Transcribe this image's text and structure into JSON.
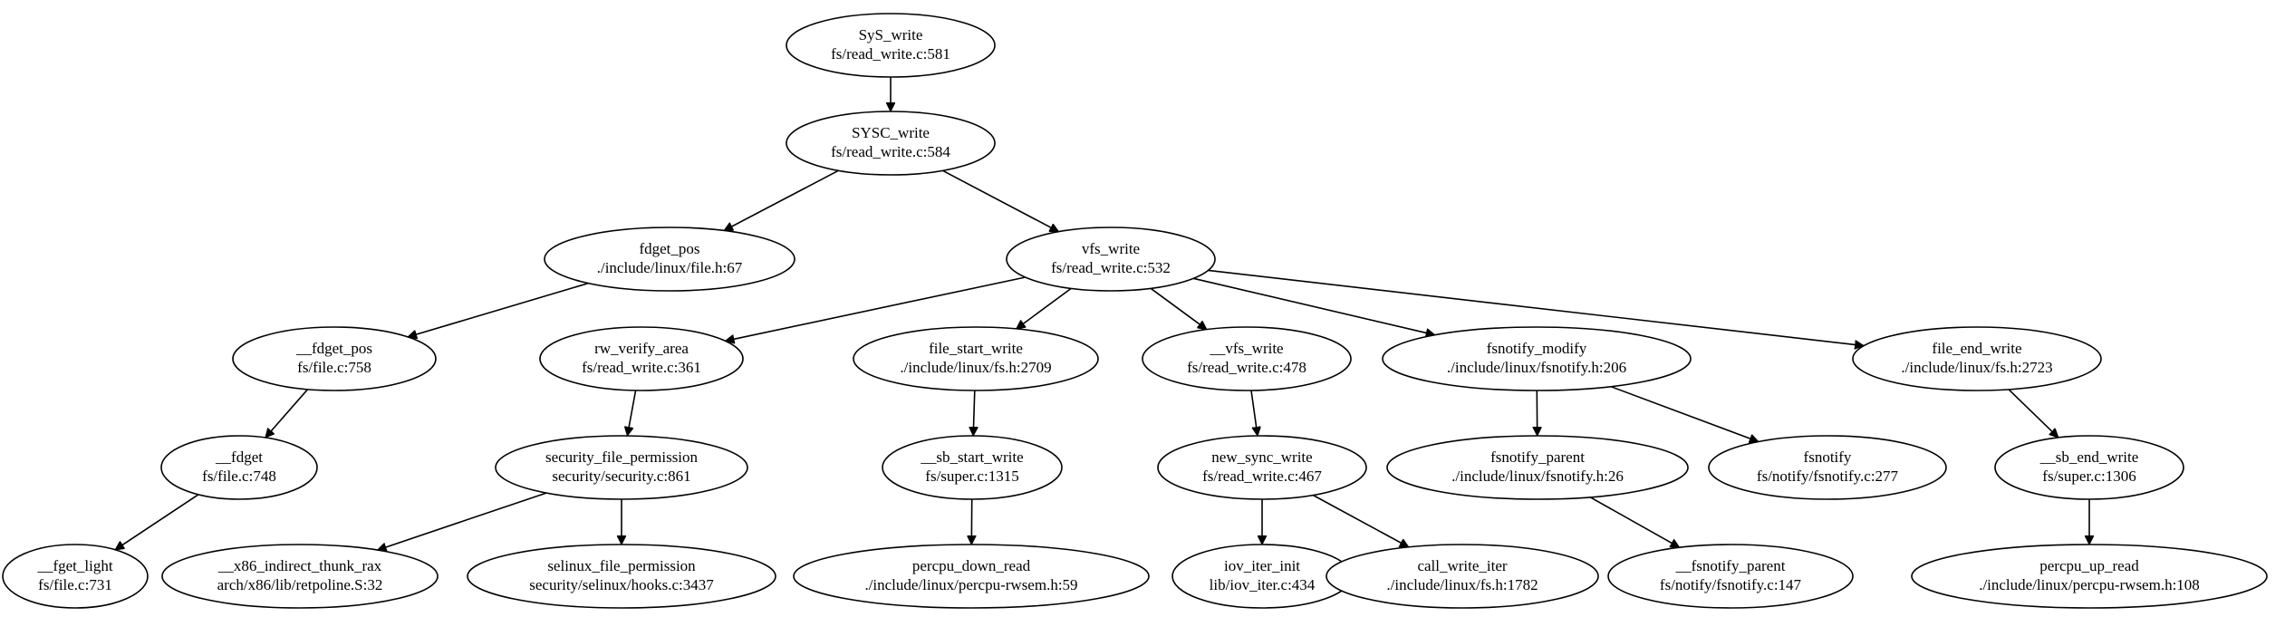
{
  "graph": {
    "nodes": [
      {
        "id": "sys_write",
        "func": "SyS_write",
        "loc": "fs/read_write.c:581"
      },
      {
        "id": "sysc_write",
        "func": "SYSC_write",
        "loc": "fs/read_write.c:584"
      },
      {
        "id": "fdget_pos",
        "func": "fdget_pos",
        "loc": "./include/linux/file.h:67"
      },
      {
        "id": "vfs_write",
        "func": "vfs_write",
        "loc": "fs/read_write.c:532"
      },
      {
        "id": "__fdget_pos",
        "func": "__fdget_pos",
        "loc": "fs/file.c:758"
      },
      {
        "id": "rw_verify_area",
        "func": "rw_verify_area",
        "loc": "fs/read_write.c:361"
      },
      {
        "id": "file_start_write",
        "func": "file_start_write",
        "loc": "./include/linux/fs.h:2709"
      },
      {
        "id": "__vfs_write",
        "func": "__vfs_write",
        "loc": "fs/read_write.c:478"
      },
      {
        "id": "fsnotify_modify",
        "func": "fsnotify_modify",
        "loc": "./include/linux/fsnotify.h:206"
      },
      {
        "id": "file_end_write",
        "func": "file_end_write",
        "loc": "./include/linux/fs.h:2723"
      },
      {
        "id": "__fdget",
        "func": "__fdget",
        "loc": "fs/file.c:748"
      },
      {
        "id": "security_file_permission",
        "func": "security_file_permission",
        "loc": "security/security.c:861"
      },
      {
        "id": "__sb_start_write",
        "func": "__sb_start_write",
        "loc": "fs/super.c:1315"
      },
      {
        "id": "new_sync_write",
        "func": "new_sync_write",
        "loc": "fs/read_write.c:467"
      },
      {
        "id": "fsnotify_parent",
        "func": "fsnotify_parent",
        "loc": "./include/linux/fsnotify.h:26"
      },
      {
        "id": "fsnotify",
        "func": "fsnotify",
        "loc": "fs/notify/fsnotify.c:277"
      },
      {
        "id": "__sb_end_write",
        "func": "__sb_end_write",
        "loc": "fs/super.c:1306"
      },
      {
        "id": "__fget_light",
        "func": "__fget_light",
        "loc": "fs/file.c:731"
      },
      {
        "id": "__x86_indirect_thunk_rax",
        "func": "__x86_indirect_thunk_rax",
        "loc": "arch/x86/lib/retpoline.S:32"
      },
      {
        "id": "selinux_file_permission",
        "func": "selinux_file_permission",
        "loc": "security/selinux/hooks.c:3437"
      },
      {
        "id": "percpu_down_read",
        "func": "percpu_down_read",
        "loc": "./include/linux/percpu-rwsem.h:59"
      },
      {
        "id": "iov_iter_init",
        "func": "iov_iter_init",
        "loc": "lib/iov_iter.c:434"
      },
      {
        "id": "call_write_iter",
        "func": "call_write_iter",
        "loc": "./include/linux/fs.h:1782"
      },
      {
        "id": "__fsnotify_parent",
        "func": "__fsnotify_parent",
        "loc": "fs/notify/fsnotify.c:147"
      },
      {
        "id": "percpu_up_read",
        "func": "percpu_up_read",
        "loc": "./include/linux/percpu-rwsem.h:108"
      }
    ],
    "edges": [
      {
        "from": "sys_write",
        "to": "sysc_write"
      },
      {
        "from": "sysc_write",
        "to": "fdget_pos"
      },
      {
        "from": "sysc_write",
        "to": "vfs_write"
      },
      {
        "from": "fdget_pos",
        "to": "__fdget_pos"
      },
      {
        "from": "__fdget_pos",
        "to": "__fdget"
      },
      {
        "from": "__fdget",
        "to": "__fget_light"
      },
      {
        "from": "vfs_write",
        "to": "rw_verify_area"
      },
      {
        "from": "vfs_write",
        "to": "file_start_write"
      },
      {
        "from": "vfs_write",
        "to": "__vfs_write"
      },
      {
        "from": "vfs_write",
        "to": "fsnotify_modify"
      },
      {
        "from": "vfs_write",
        "to": "file_end_write"
      },
      {
        "from": "rw_verify_area",
        "to": "security_file_permission"
      },
      {
        "from": "security_file_permission",
        "to": "__x86_indirect_thunk_rax"
      },
      {
        "from": "security_file_permission",
        "to": "selinux_file_permission"
      },
      {
        "from": "file_start_write",
        "to": "__sb_start_write"
      },
      {
        "from": "__sb_start_write",
        "to": "percpu_down_read"
      },
      {
        "from": "__vfs_write",
        "to": "new_sync_write"
      },
      {
        "from": "new_sync_write",
        "to": "iov_iter_init"
      },
      {
        "from": "new_sync_write",
        "to": "call_write_iter"
      },
      {
        "from": "fsnotify_modify",
        "to": "fsnotify_parent"
      },
      {
        "from": "fsnotify_modify",
        "to": "fsnotify"
      },
      {
        "from": "fsnotify_parent",
        "to": "__fsnotify_parent"
      },
      {
        "from": "file_end_write",
        "to": "__sb_end_write"
      },
      {
        "from": "__sb_end_write",
        "to": "percpu_up_read"
      }
    ]
  }
}
